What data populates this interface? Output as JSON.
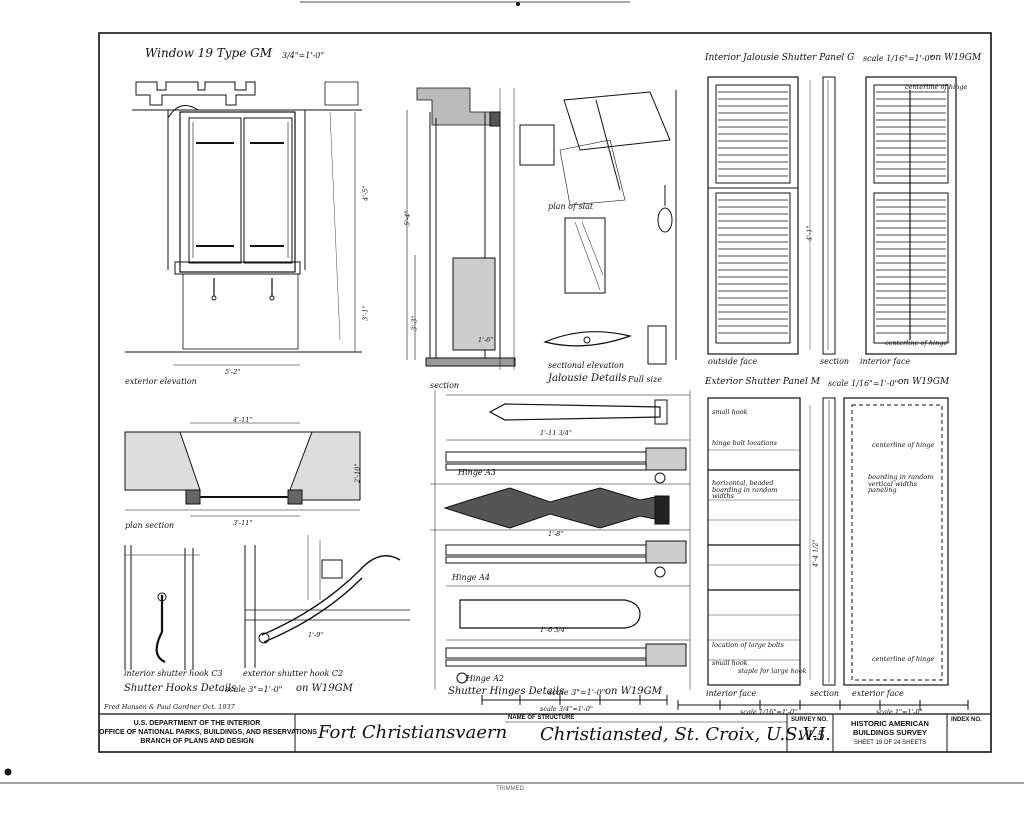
{
  "views": {
    "window_title": "Window 19 Type GM",
    "window_scale": "3/4\"=1'-0\"",
    "exterior_elevation": "exterior elevation",
    "plan_section": "plan section",
    "section": "section",
    "interior_shutter_hook": "interior shutter hook C3",
    "exterior_shutter_hook": "exterior shutter hook C2",
    "shutter_hooks_details": "Shutter Hooks Details",
    "hooks_scale": "scale 3\"=1'-0\"",
    "hooks_ref": "on W19GM",
    "plan_of_slat": "plan of slat",
    "sectional_elevation": "sectional elevation",
    "jalousie_details": "Jalousie Details",
    "full_size": "Full size",
    "hinge_a3": "Hinge A3",
    "hinge_a4": "Hinge A4",
    "hinge_a2": "Hinge A2",
    "shutter_hinges_details": "Shutter Hinges Details",
    "hinges_scale": "scale 3\"=1'-0\"",
    "hinges_ref": "on W19GM",
    "hinges_bar_scale": "scale 3/4\"=1'-0\"",
    "panel_g_title": "Interior Jalousie Shutter Panel G",
    "panel_g_scale": "scale 1/16\"=1'-0\"",
    "panel_g_ref": "on W19GM",
    "outside_face": "outside face",
    "section_label": "section",
    "interior_face": "interior face",
    "centerline_hinge": "centerline of hinge",
    "panel_m_title": "Exterior Shutter Panel M",
    "panel_m_scale": "scale 1/16\"=1'-0\"",
    "panel_m_ref": "on W19GM",
    "small_hook": "small hook",
    "hinge_bolt_locations": "hinge bolt locations",
    "boarding_note": "horizontal, beaded boarding in random widths",
    "boarding_note_2": "boarding in random vertical widths paneling",
    "location_of_large_bolts": "location of large bolts",
    "small_hook_2": "small hook",
    "staple_large_hook": "staple for large hook",
    "interior_face_m": "interior face",
    "section_m": "section",
    "exterior_face_m": "exterior face",
    "panel_scale_bar": "scale 1/16\"=1'-0\"",
    "panel_scale_bar_2": "scale 1\"=1'-0\""
  },
  "dims": {
    "w1": "5'-2\"",
    "h1": "4'-5\"",
    "h2": "3'-1\"",
    "sec1": "5'-4\"",
    "sec2": "3'-3\"",
    "sec3": "1'-6\"",
    "plan_top": "4'-11\"",
    "plan_side": "2'-10\"",
    "plan_bottom": "3'-11\"",
    "hinge_dim1": "1'-11 3/4\"",
    "hinge_dim2": "1'-8\"",
    "hinge_dim3": "1'-6 3/4\"",
    "hook_dim": "1'-9\"",
    "panel_dim": "4'-1\"",
    "panel_m_dim": "4'-4 1/2\""
  },
  "title_block": {
    "delineator": "Fred Hansen & Paul Gardner   Oct. 1937",
    "agency_line1": "U.S. DEPARTMENT OF THE INTERIOR",
    "agency_line2": "OFFICE OF NATIONAL PARKS, BUILDINGS, AND RESERVATIONS",
    "agency_line3": "BRANCH OF PLANS AND DESIGN",
    "building_name": "Fort Christiansvaern",
    "name_of_structure_label": "NAME OF STRUCTURE",
    "location": "Christiansted, St. Croix, U.S.V.I.",
    "survey_no_label": "SURVEY NO.",
    "survey_no": "VI-5",
    "habs_line1": "HISTORIC AMERICAN",
    "habs_line2": "BUILDINGS SURVEY",
    "sheet_info": "SHEET 19 OF 24 SHEETS",
    "index_no_label": "INDEX NO."
  },
  "footer_mark": "TRIMMED"
}
